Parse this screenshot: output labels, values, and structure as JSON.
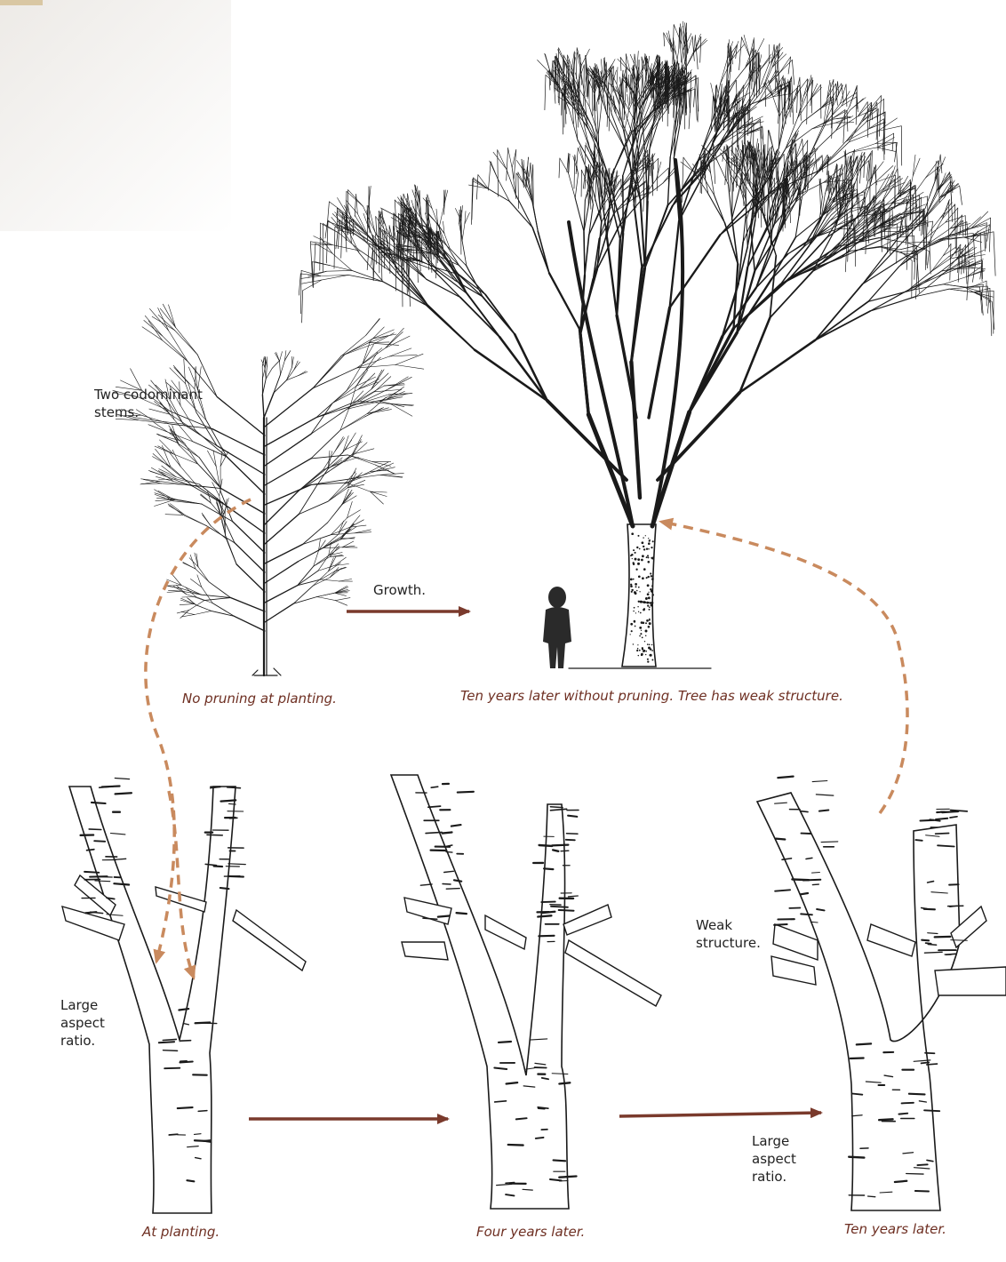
{
  "labels": {
    "two_codominant": "Two codominant\nstems.",
    "growth": "Growth.",
    "large_aspect_left": "Large\naspect\nratio.",
    "weak_structure": "Weak\nstructure.",
    "large_aspect_right": "Large\naspect\nratio."
  },
  "captions": {
    "no_pruning": "No pruning at planting.",
    "ten_years_without": "Ten years later without pruning. Tree has weak structure.",
    "at_planting": "At planting.",
    "four_years": "Four years later.",
    "ten_years": "Ten years later."
  },
  "colors": {
    "solid_arrow": "#7a3a2c",
    "dashed_arrow": "#c98a5e",
    "caption": "#6e2f22",
    "ink": "#1a1a1a",
    "person": "#2a2a2a"
  }
}
